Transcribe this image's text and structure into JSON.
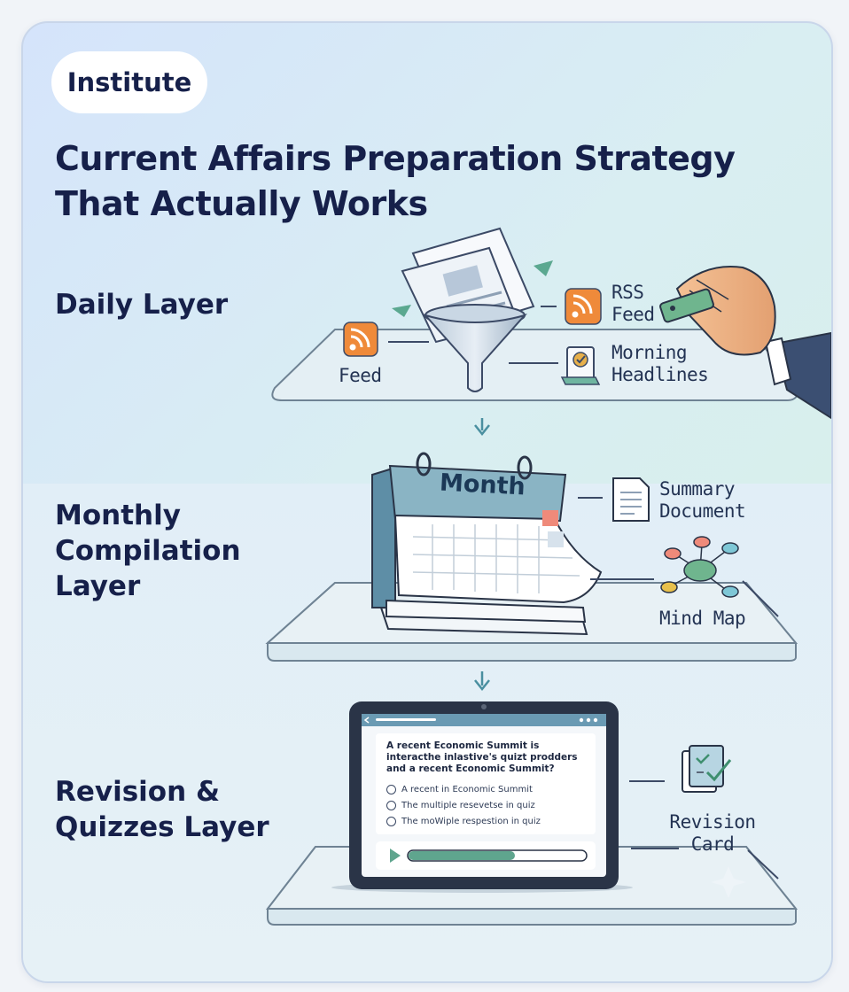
{
  "header": {
    "badge": "Institute",
    "title": "Current Affairs Preparation Strategy That Actually Works"
  },
  "layers": {
    "daily": {
      "label": "Daily Layer",
      "items": {
        "feed": "Feed",
        "rss_feed": "RSS Feed",
        "morning_headlines": "Morning Headlines"
      }
    },
    "monthly": {
      "label": "Monthly Compilation Layer",
      "calendar_title": "Month",
      "items": {
        "summary_document": "Summary Document",
        "mind_map": "Mind Map"
      }
    },
    "revision": {
      "label": "Revision & Quizzes Layer",
      "quiz": {
        "question": "A recent Economic Summit is interacthe inlastive's quizt prodders and a recent Economic Summit?",
        "options": [
          "A recent in Economic Summit",
          "The multiple resevetse in quiz",
          "The moWiple respestion in quiz"
        ],
        "progress": 0.6
      },
      "items": {
        "revision_card": "Revision Card"
      }
    }
  },
  "colors": {
    "navy": "#16204a",
    "teal": "#4a8fa0",
    "platform": "#e3eef3",
    "rss_orange": "#ef8a3a",
    "tablet_frame": "#2a3447",
    "progress_green": "#5fa58e"
  }
}
